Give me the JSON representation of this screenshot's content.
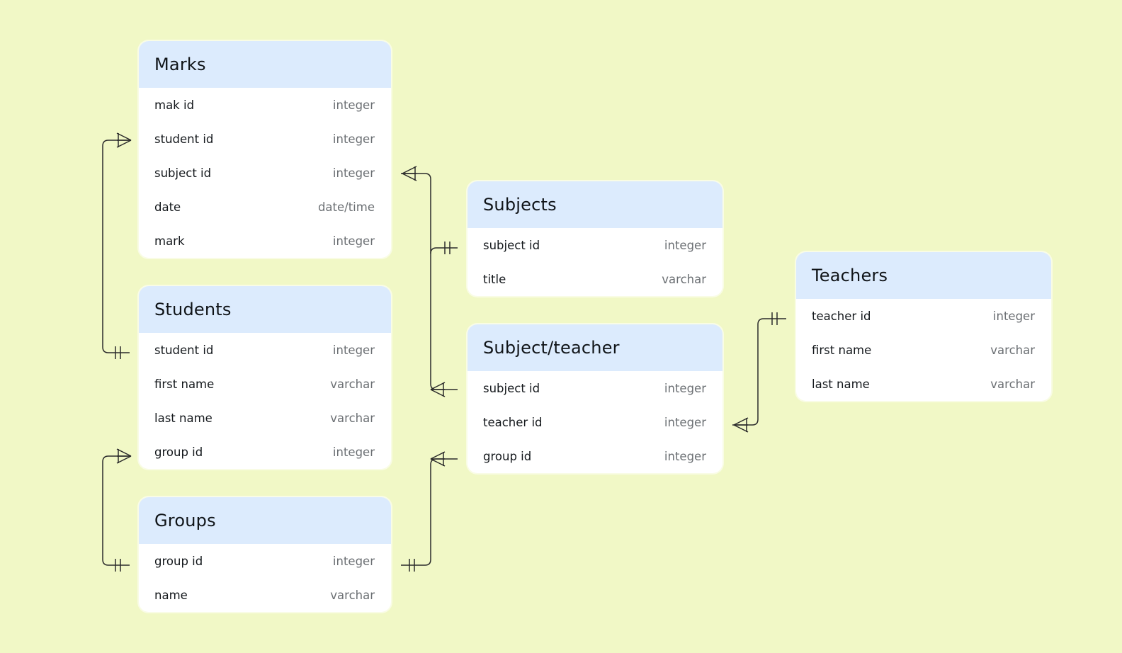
{
  "tables": {
    "marks": {
      "title": "Marks",
      "fields": [
        {
          "name": "mak id",
          "type": "integer"
        },
        {
          "name": "student id",
          "type": "integer"
        },
        {
          "name": "subject id",
          "type": "integer"
        },
        {
          "name": "date",
          "type": "date/time"
        },
        {
          "name": "mark",
          "type": "integer"
        }
      ]
    },
    "students": {
      "title": "Students",
      "fields": [
        {
          "name": "student id",
          "type": "integer"
        },
        {
          "name": "first name",
          "type": "varchar"
        },
        {
          "name": "last name",
          "type": "varchar"
        },
        {
          "name": "group id",
          "type": "integer"
        }
      ]
    },
    "groups": {
      "title": "Groups",
      "fields": [
        {
          "name": "group id",
          "type": "integer"
        },
        {
          "name": "name",
          "type": "varchar"
        }
      ]
    },
    "subjects": {
      "title": "Subjects",
      "fields": [
        {
          "name": "subject id",
          "type": "integer"
        },
        {
          "name": "title",
          "type": "varchar"
        }
      ]
    },
    "subject_teacher": {
      "title": "Subject/teacher",
      "fields": [
        {
          "name": "subject id",
          "type": "integer"
        },
        {
          "name": "teacher id",
          "type": "integer"
        },
        {
          "name": "group id",
          "type": "integer"
        }
      ]
    },
    "teachers": {
      "title": "Teachers",
      "fields": [
        {
          "name": "teacher id",
          "type": "integer"
        },
        {
          "name": "first name",
          "type": "varchar"
        },
        {
          "name": "last name",
          "type": "varchar"
        }
      ]
    }
  },
  "relationships": [
    {
      "from": "students.student id",
      "to": "marks.student id",
      "from_end": "one-and-only-one",
      "to_end": "one-or-many"
    },
    {
      "from": "subjects.subject id",
      "to": "marks.subject id",
      "from_end": "one-and-only-one",
      "to_end": "one-or-many"
    },
    {
      "from": "subjects.subject id",
      "to": "subject_teacher.subject id",
      "from_end": "one-and-only-one",
      "to_end": "one-or-many"
    },
    {
      "from": "groups.group id",
      "to": "students.group id",
      "from_end": "one-and-only-one",
      "to_end": "one-or-many"
    },
    {
      "from": "groups.group id",
      "to": "subject_teacher.group id",
      "from_end": "one-and-only-one",
      "to_end": "one-or-many"
    },
    {
      "from": "teachers.teacher id",
      "to": "subject_teacher.teacher id",
      "from_end": "one-and-only-one",
      "to_end": "one-or-many"
    }
  ],
  "colors": {
    "background": "#f1f8c6",
    "header": "#dcebfd",
    "card": "#ffffff",
    "connector": "#2b2b2b"
  }
}
